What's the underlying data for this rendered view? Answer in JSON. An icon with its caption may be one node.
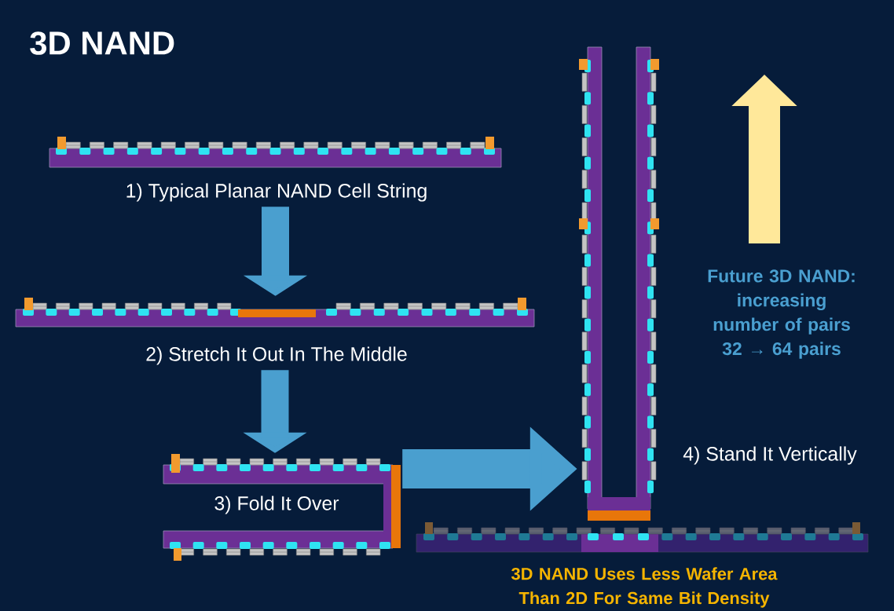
{
  "diagram": {
    "title": "3D NAND",
    "nodes": [
      {
        "text": [
          "1) Typical Planar NAND Cell String"
        ]
      },
      {
        "text": [
          "2) Stretch It Out In The Middle"
        ]
      },
      {
        "text": [
          "3) Fold It Over"
        ]
      },
      {
        "text": [],
        "shape": "picture",
        "beside": [
          "4) Stand It Vertically"
        ]
      },
      {
        "text": [],
        "shape": "picture",
        "beside": [
          "3D NAND Uses Less Wafer Area Than 2D For Same Bit Density"
        ]
      }
    ],
    "edges": [
      {
        "from": 0,
        "to": 1,
        "arrow": "to"
      },
      {
        "from": 1,
        "to": 2,
        "arrow": "to"
      },
      {
        "from": 2,
        "to": 3,
        "arrow": "to"
      }
    ],
    "labels": [
      "Future 3D NAND: increasing number of pairs 32 → 64 pairs"
    ]
  }
}
